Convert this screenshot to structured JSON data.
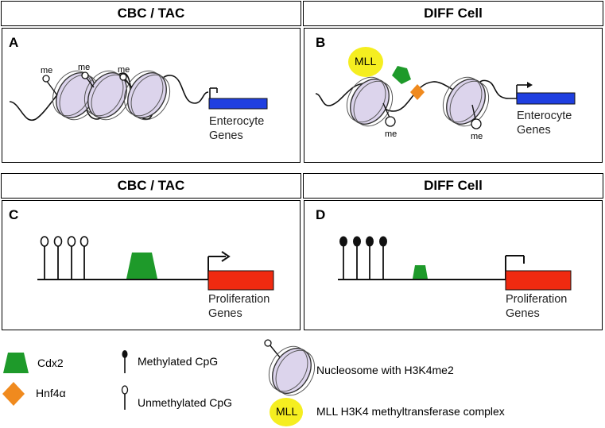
{
  "headers": {
    "top_left": "CBC  / TAC",
    "top_right": "DIFF Cell",
    "bottom_left": "CBC  / TAC",
    "bottom_right": "DIFF Cell"
  },
  "panels": {
    "A": {
      "label": "A",
      "gene_line1": "Enterocyte",
      "gene_line2": "Genes",
      "me_labels": [
        "me",
        "me",
        "me"
      ]
    },
    "B": {
      "label": "B",
      "gene_line1": "Enterocyte",
      "gene_line2": "Genes",
      "mll": "MLL",
      "me_labels": [
        "me",
        "me"
      ]
    },
    "C": {
      "label": "C",
      "gene_line1": "Proliferation",
      "gene_line2": "Genes"
    },
    "D": {
      "label": "D",
      "gene_line1": "Proliferation",
      "gene_line2": "Genes"
    }
  },
  "legend": {
    "cdx2": "Cdx2",
    "hnf4a": "Hnf4α",
    "methylated": "Methylated CpG",
    "unmethylated": "Unmethylated CpG",
    "nucleosome": "Nucleosome with H3K4me2",
    "mll_badge": "MLL",
    "mll_text": "MLL H3K4 methyltransferase complex"
  },
  "colors": {
    "gene_blue": "#1f3fe0",
    "gene_red": "#f02a10",
    "cdx2_green": "#1e9a2a",
    "hnf4a_orange": "#f08a1e",
    "mll_yellow": "#f5ee20",
    "nucleosome_fill": "#dcd4ec"
  }
}
